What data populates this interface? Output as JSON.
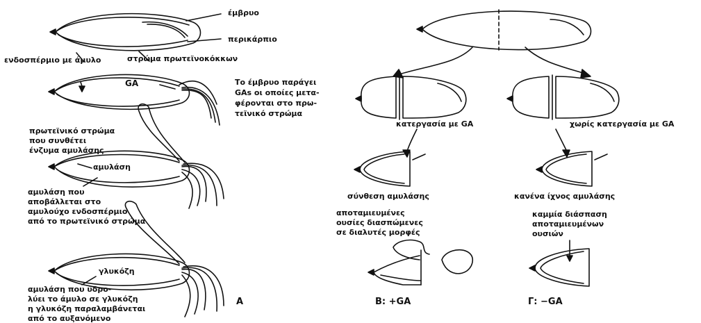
{
  "panelA": {
    "embryo": "έμβρυο",
    "pericarp": "περικάρπιο",
    "endosperm": "ενδοσπέρμιο με άμυλο",
    "protein_layer": "στρώμα πρωτεϊνοκόκκων",
    "ga": "GA",
    "protein_layer_synth_1": "πρωτεϊνικό στρώμα",
    "protein_layer_synth_2": "που συνθέτει",
    "protein_layer_synth_3": "ένζυμα αμυλάσης",
    "amylase": "αμυλάση",
    "amylase_secreted_1": "αμυλάση που",
    "amylase_secreted_2": "αποβάλλεται στο",
    "amylase_secreted_3": "αμυλούχο ενδοσπέρμιο",
    "amylase_secreted_4": "από το πρωτεϊνικό στρώμα",
    "glucose": "γλυκόζη",
    "hydrolysis_1": "αμυλάση που υδρο-",
    "hydrolysis_2": "λύει το άμυλο σε γλυκόζη",
    "hydrolysis_3": "η γλυκόζη παραλαμβάνεται",
    "hydrolysis_4": "από το αυξανόμενο",
    "label": "A"
  },
  "panelB": {
    "embryo_produces_1": "Το έμβρυο παράγει",
    "embryo_produces_2": "GAs οι οποίες μετα-",
    "embryo_produces_3": "φέρονται στο πρω-",
    "embryo_produces_4": "τεϊνικό στρώμα",
    "treatment": "κατεργασία με GA",
    "synthesis": "σύνθεση αμυλάσης",
    "reserves_1": "αποταμιευμένες",
    "reserves_2": "ουσίες διασπώμενες",
    "reserves_3": "σε διαλυτές μορφές",
    "label": "B: +GA"
  },
  "panelG": {
    "no_treatment": "χωρίς κατεργασία με GA",
    "no_trace": "κανένα ίχνος αμυλάσης",
    "no_breakdown_1": "καμμία διάσπαση",
    "no_breakdown_2": "αποταμιευμένων",
    "no_breakdown_3": "ουσιών",
    "label": "Γ: −GA"
  }
}
